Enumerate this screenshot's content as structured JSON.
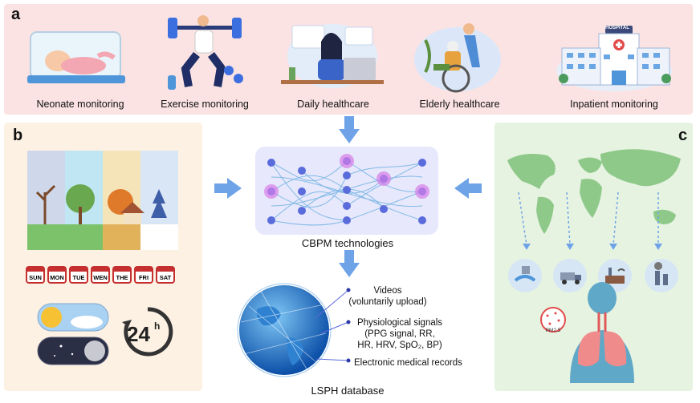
{
  "panels": {
    "a": {
      "label": "a",
      "scenes": [
        {
          "caption": "Neonate monitoring",
          "icon": "incubator-baby-icon"
        },
        {
          "caption": "Exercise monitoring",
          "icon": "weightlifting-icon"
        },
        {
          "caption": "Daily healthcare",
          "icon": "laptop-user-icon"
        },
        {
          "caption": "Elderly healthcare",
          "icon": "wheelchair-elderly-icon"
        },
        {
          "caption": "Inpatient monitoring",
          "icon": "hospital-icon"
        }
      ],
      "hospital_sign": "HOSPITAL"
    },
    "b": {
      "label": "b",
      "days": [
        "SUN",
        "MON",
        "TUE",
        "WEN",
        "THE",
        "FRI",
        "SAT"
      ],
      "clock_text": "24",
      "clock_unit": "h"
    },
    "c": {
      "label": "c",
      "pm_label": "PM2.5",
      "pollution_icons": [
        "water-pollution-icon",
        "truck-exhaust-icon",
        "factory-smoke-icon",
        "chimney-emission-icon"
      ]
    }
  },
  "center": {
    "network_caption": "CBPM technologies",
    "database_caption": "LSPH database",
    "database_items": [
      {
        "lines": [
          "Videos",
          "(voluntarily upload)"
        ]
      },
      {
        "lines": [
          "Physiological signals",
          "(PPG signal, RR,",
          "HR, HRV, SpO₂, BP)"
        ]
      },
      {
        "lines": [
          "Electronic medical records"
        ]
      }
    ]
  },
  "colors": {
    "panel_a_bg": "#fbe3e3",
    "panel_b_bg": "#fdf1e3",
    "panel_c_bg": "#e6f3e1",
    "arrow": "#6fa3e8",
    "node": "#5a6bdc",
    "node_glow": "#d77de8",
    "map_green": "#8fc98a"
  }
}
